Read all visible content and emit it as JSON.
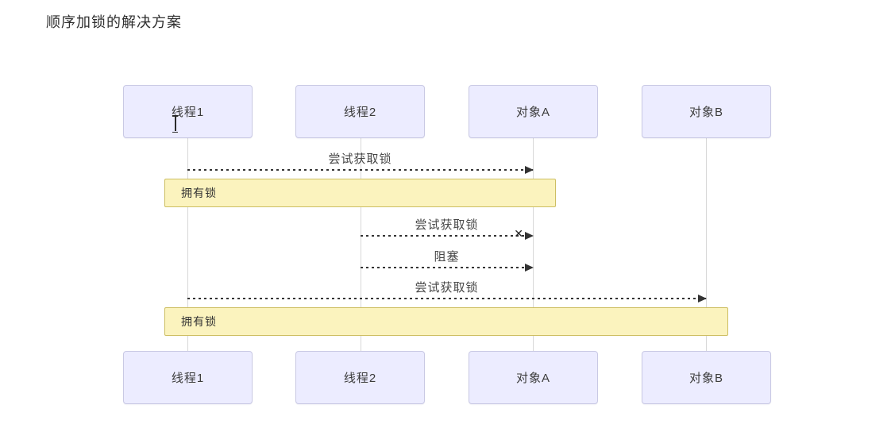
{
  "title": "顺序加锁的解决方案",
  "colors": {
    "background": "#ffffff",
    "actor_fill": "#ececff",
    "actor_border": "#c9c9e4",
    "note_fill": "#fbf3be",
    "note_border": "#cdbe62",
    "lifeline": "#d8d8d8",
    "arrow": "#333333",
    "text": "#333333"
  },
  "diagram": {
    "participants": [
      {
        "id": "thread1",
        "label": "线程1"
      },
      {
        "id": "thread2",
        "label": "线程2"
      },
      {
        "id": "objectA",
        "label": "对象A"
      },
      {
        "id": "objectB",
        "label": "对象B"
      }
    ],
    "messages": [
      {
        "from": "线程1",
        "to": "对象A",
        "label": "尝试获取锁",
        "line": "dashed",
        "failed": false
      },
      {
        "from": "线程2",
        "to": "对象A",
        "label": "尝试获取锁",
        "line": "dashed",
        "failed": true,
        "fail_mark": "✕"
      },
      {
        "from": "线程2",
        "to": "对象A",
        "label": "阻塞",
        "line": "dashed",
        "failed": false
      },
      {
        "from": "线程1",
        "to": "对象B",
        "label": "尝试获取锁",
        "line": "dashed",
        "failed": false
      }
    ],
    "notes": [
      {
        "label": "拥有锁",
        "over": [
          "线程1",
          "对象A"
        ]
      },
      {
        "label": "拥有锁",
        "over": [
          "线程1",
          "对象B"
        ]
      }
    ]
  }
}
